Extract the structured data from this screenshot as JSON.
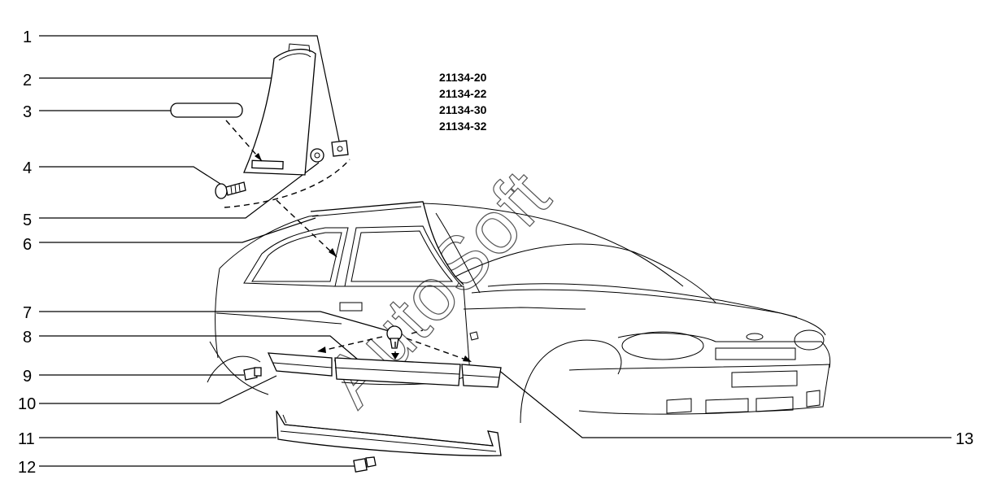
{
  "model_codes": [
    "21134-20",
    "21134-22",
    "21134-30",
    "21134-32"
  ],
  "callouts": [
    "1",
    "2",
    "3",
    "4",
    "5",
    "6",
    "7",
    "8",
    "9",
    "10",
    "11",
    "12",
    "13"
  ],
  "watermark": "AutoSoft"
}
